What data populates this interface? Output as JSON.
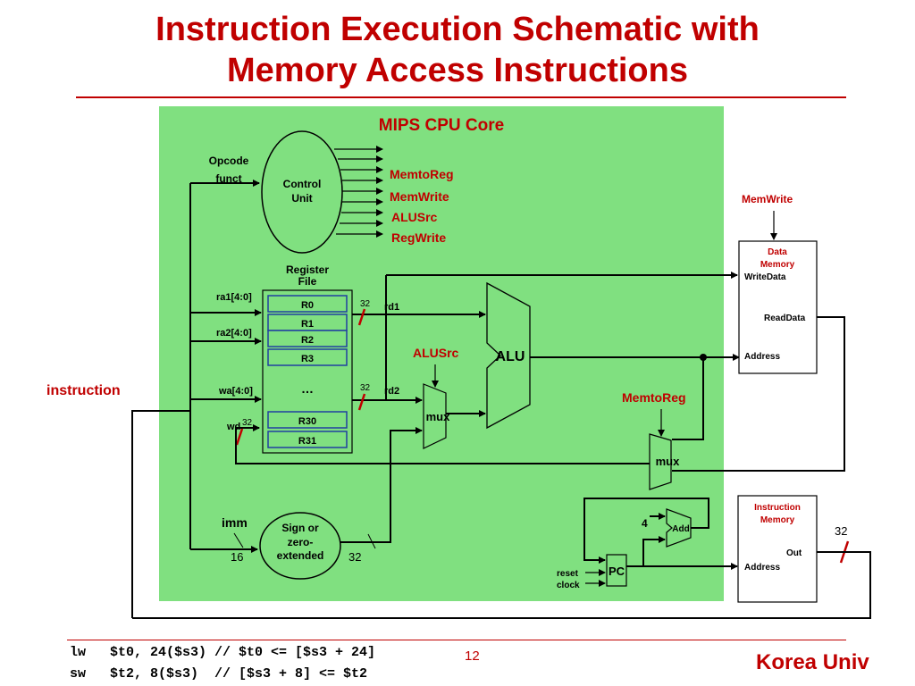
{
  "slide": {
    "title_line1": "Instruction Execution Schematic with",
    "title_line2": "Memory Access Instructions",
    "page_number": "12",
    "brand": "Korea Univ",
    "code_lines": [
      "lw   $t0, 24($s3) // $t0 <= [$s3 + 24]",
      "sw   $t2, 8($s3)  // [$s3 + 8] <= $t2"
    ]
  },
  "colors": {
    "accent": "#c00000",
    "core_background": "#80e080",
    "register_border": "#2040a0"
  },
  "diagram": {
    "core_title": "MIPS CPU Core",
    "instruction_label": "instruction",
    "control_unit": {
      "line1": "Control",
      "line2": "Unit",
      "opcode": "Opcode",
      "funct": "funct",
      "signals": [
        "MemtoReg",
        "MemWrite",
        "ALUSrc",
        "RegWrite"
      ]
    },
    "register_file": {
      "title1": "Register",
      "title2": "File",
      "ra1": "ra1[4:0]",
      "ra2": "ra2[4:0]",
      "wa": "wa[4:0]",
      "wd": "wd",
      "registers": [
        "R0",
        "R1",
        "R2",
        "R3",
        "…",
        "R30",
        "R31"
      ],
      "rd1": "rd1",
      "rd2": "rd2",
      "width_rd1": "32",
      "width_rd2": "32",
      "width_wd": "32"
    },
    "alu": {
      "label": "ALU",
      "alusrc_label": "ALUSrc"
    },
    "mux_alu": "mux",
    "mux_mem": "mux",
    "memtoreg_label": "MemtoReg",
    "data_memory": {
      "title1": "Data",
      "title2": "Memory",
      "write_data": "WriteData",
      "read_data": "ReadData",
      "address": "Address",
      "memwrite_label": "MemWrite"
    },
    "sign_ext": {
      "line1": "Sign or",
      "line2": "zero-",
      "line3": "extended",
      "imm": "imm",
      "in_width": "16",
      "out_width": "32"
    },
    "pc": {
      "label": "PC",
      "reset": "reset",
      "clock": "clock"
    },
    "adder": {
      "label": "Add",
      "constant": "4"
    },
    "instruction_memory": {
      "title1": "Instruction",
      "title2": "Memory",
      "out": "Out",
      "address": "Address",
      "width": "32"
    }
  }
}
